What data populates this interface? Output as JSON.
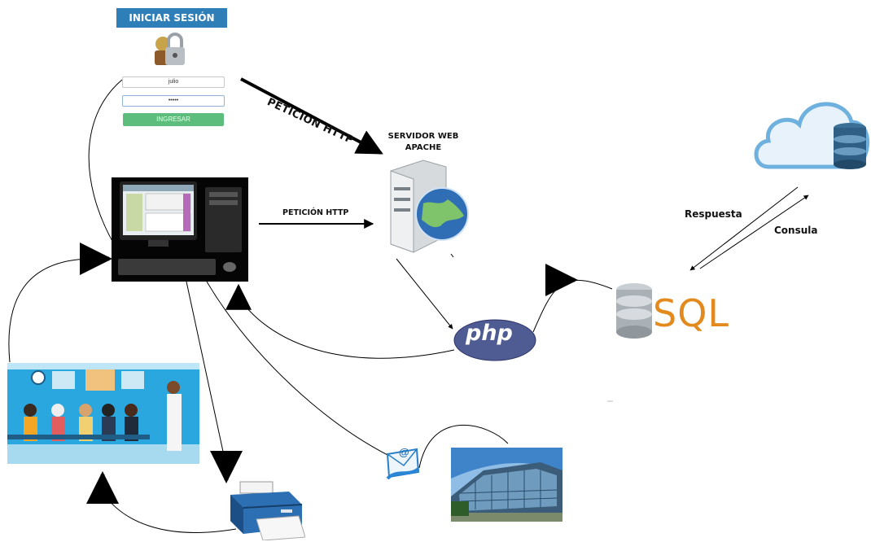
{
  "login": {
    "title": "INICIAR SESIÓN",
    "username_value": "julio",
    "password_value": "•••••",
    "submit_label": "INGRESAR"
  },
  "labels": {
    "peticion_http_diagonal": "PETICIÓN HTTP",
    "peticion_http_horizontal": "PETICIÓN HTTP",
    "servidor_line1": "SERVIDOR WEB",
    "servidor_line2": "APACHE",
    "respuesta": "Respuesta",
    "consulta": "Consula",
    "sql": "SQL",
    "php": "php",
    "email_symbol": "@"
  },
  "colors": {
    "login_header": "#2e7fb8",
    "login_button": "#5dbd7d",
    "sql_orange": "#e38a1e",
    "php_purple": "#4f5b93",
    "cloud_blue": "#6fb1de"
  },
  "icons": {
    "lock": "lock-icon",
    "computer": "desktop-computer-icon",
    "server": "web-server-icon",
    "database": "database-icon",
    "cloud": "cloud-database-icon",
    "printer": "printer-icon",
    "email": "email-icon",
    "building": "office-building-icon",
    "waiting_room": "waiting-room-illustration"
  }
}
